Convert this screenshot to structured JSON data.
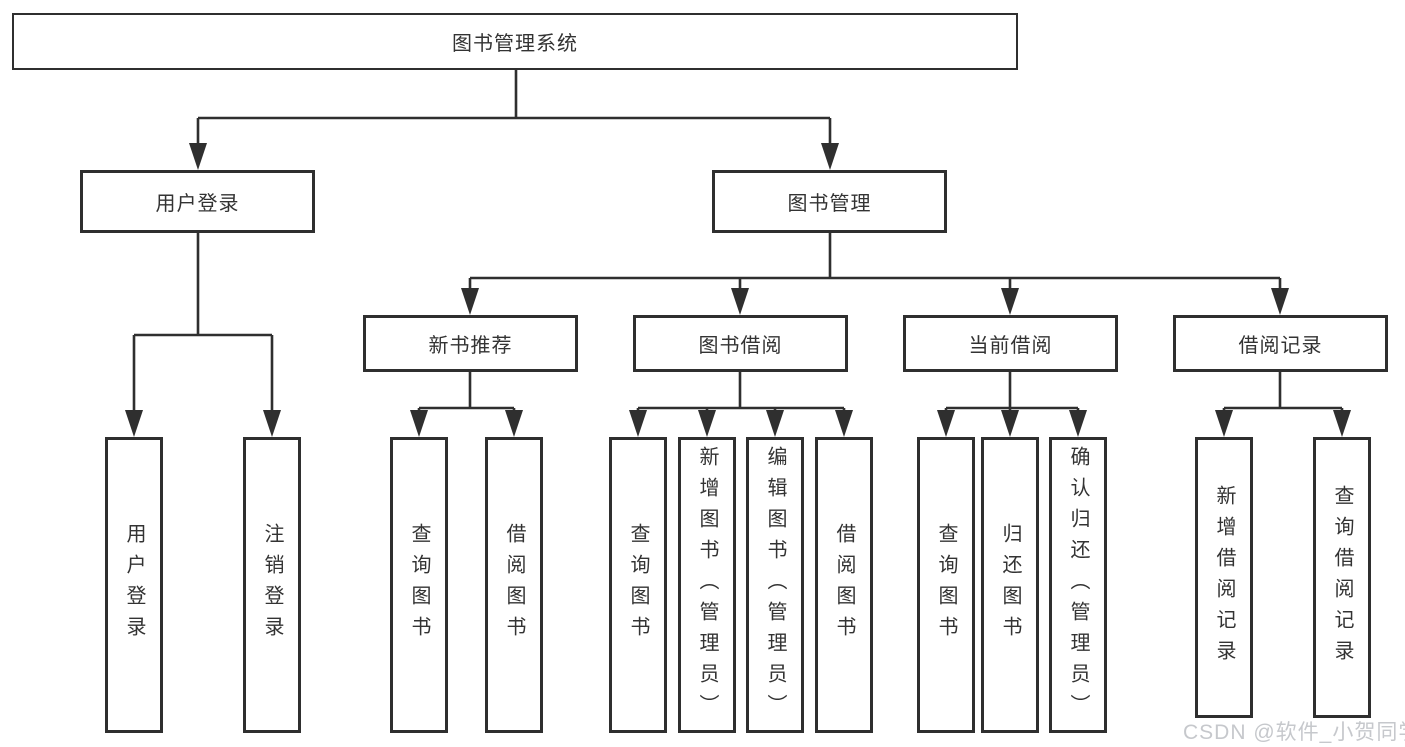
{
  "diagram": {
    "root": {
      "label": "图书管理系统"
    },
    "level2": [
      {
        "label": "用户登录"
      },
      {
        "label": "图书管理"
      }
    ],
    "level3": [
      {
        "label": "新书推荐"
      },
      {
        "label": "图书借阅"
      },
      {
        "label": "当前借阅"
      },
      {
        "label": "借阅记录"
      }
    ],
    "leaves": {
      "user_login": [
        "用户登录",
        "注销登录"
      ],
      "new_book_recommend": [
        "查询图书",
        "借阅图书"
      ],
      "book_borrow": [
        "查询图书",
        "新增图书（管理员）",
        "编辑图书（管理员）",
        "借阅图书"
      ],
      "current_borrow": [
        "查询图书",
        "归还图书",
        "确认归还（管理员）"
      ],
      "borrow_records": [
        "新增借阅记录",
        "查询借阅记录"
      ]
    }
  },
  "watermark": {
    "text": "CSDN @软件_小贺同学"
  },
  "colors": {
    "line": "#2f2f2f",
    "box_background": "#ffffff",
    "page_background": "#ffffff",
    "watermark_text": "#c6c8cc"
  }
}
